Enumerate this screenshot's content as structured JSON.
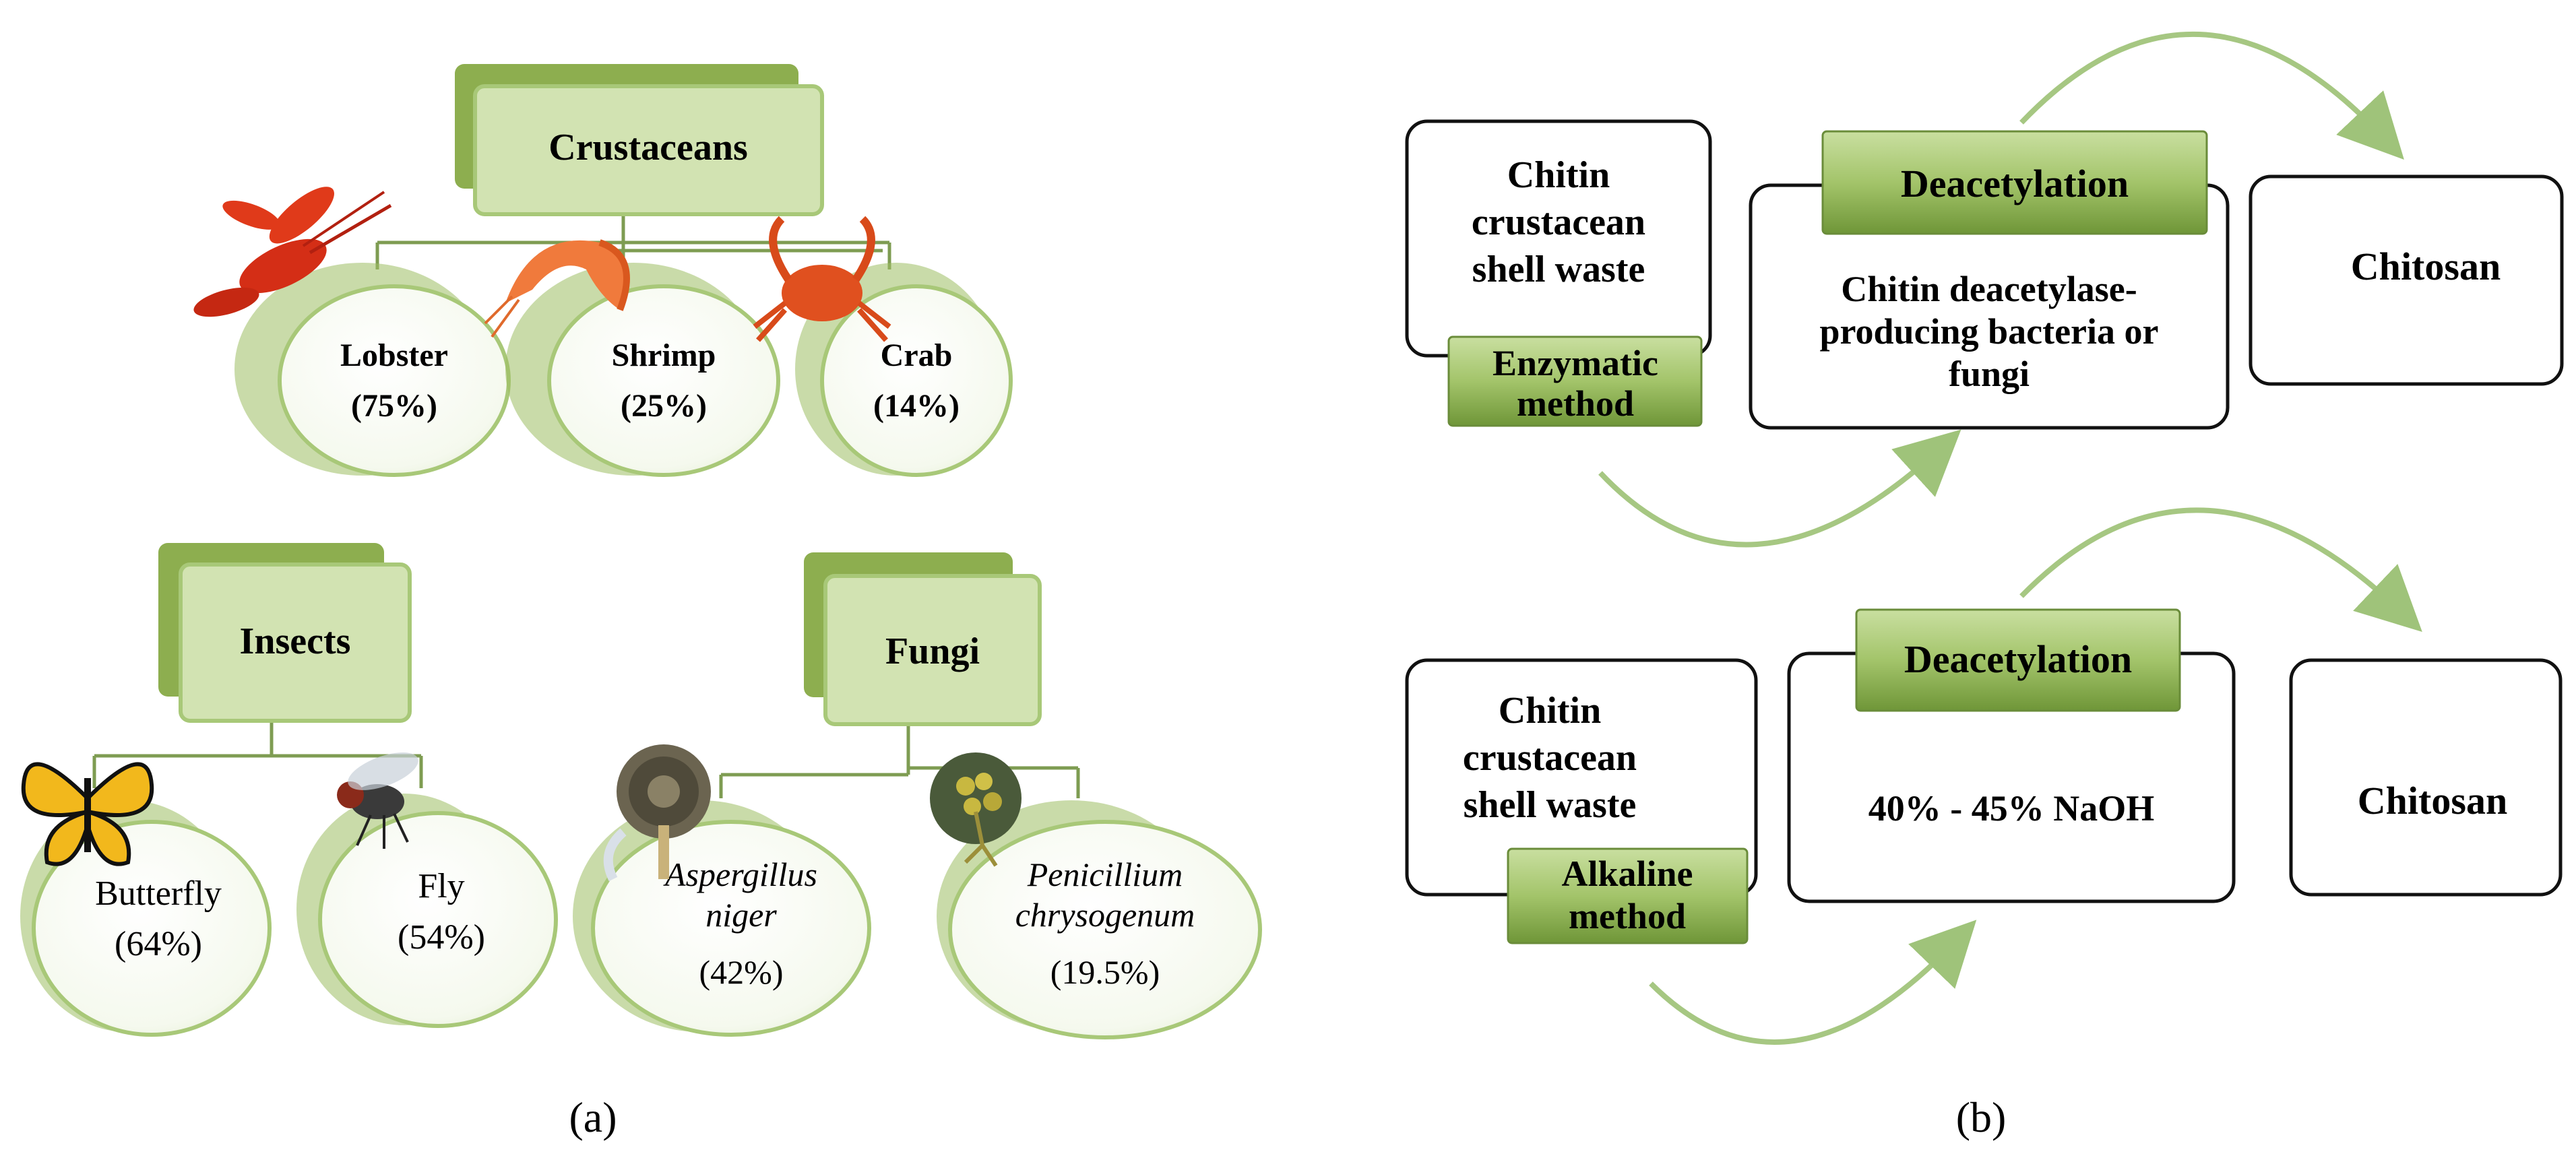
{
  "colors": {
    "accent_dark": "#8dae4f",
    "accent_light": "#d2e3b2",
    "accent_mid": "#9cbd63",
    "outline": "#a8c878",
    "connector": "#7e9c52",
    "box_border": "#111111",
    "arrow": "#9fc37a"
  },
  "panel_a": {
    "caption": "(a)",
    "groups": [
      {
        "heading": "Crustaceans",
        "items": [
          {
            "name": "Lobster",
            "pct": "(75%)",
            "icon": "lobster-icon"
          },
          {
            "name": "Shrimp",
            "pct": "(25%)",
            "icon": "shrimp-icon"
          },
          {
            "name": "Crab",
            "pct": "(14%)",
            "icon": "crab-icon"
          }
        ]
      },
      {
        "heading": "Insects",
        "items": [
          {
            "name": "Butterfly",
            "pct": "(64%)",
            "icon": "butterfly-icon"
          },
          {
            "name": "Fly",
            "pct": "(54%)",
            "icon": "fly-icon"
          }
        ]
      },
      {
        "heading": "Fungi",
        "items": [
          {
            "name_line1": "Aspergillus",
            "name_line2": "niger",
            "pct": "(42%)",
            "icon": "aspergillus-icon"
          },
          {
            "name_line1": "Penicillium",
            "name_line2": "chrysogenum",
            "pct": "(19.5%)",
            "icon": "penicillium-icon"
          }
        ]
      }
    ]
  },
  "panel_b": {
    "caption": "(b)",
    "rows": [
      {
        "source": [
          "Chitin",
          "crustacean",
          "shell waste"
        ],
        "method": [
          "Enzymatic",
          "method"
        ],
        "step": "Deacetylation",
        "agent": [
          "Chitin deacetylase-",
          "producing bacteria or",
          "fungi"
        ],
        "product": "Chitosan"
      },
      {
        "source": [
          "Chitin",
          "crustacean",
          "shell waste"
        ],
        "method": [
          "Alkaline",
          "method"
        ],
        "step": "Deacetylation",
        "agent": [
          "40% - 45% NaOH"
        ],
        "product": "Chitosan"
      }
    ]
  }
}
